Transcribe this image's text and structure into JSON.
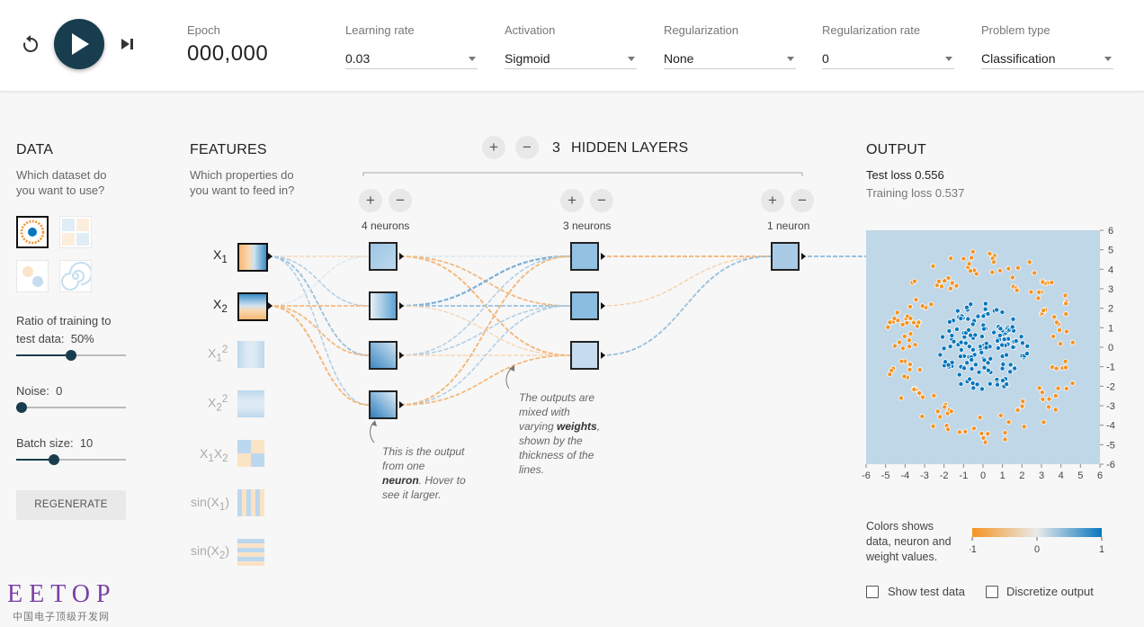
{
  "controls": {
    "epoch_label": "Epoch",
    "epoch_value": "000,000",
    "learning_rate_label": "Learning rate",
    "learning_rate_value": "0.03",
    "activation_label": "Activation",
    "activation_value": "Sigmoid",
    "regularization_label": "Regularization",
    "regularization_value": "None",
    "regularization_rate_label": "Regularization rate",
    "regularization_rate_value": "0",
    "problem_type_label": "Problem type",
    "problem_type_value": "Classification"
  },
  "data_panel": {
    "title": "DATA",
    "subtitle_line1": "Which dataset do",
    "subtitle_line2": "you want to use?",
    "ratio_label_line1": "Ratio of training to",
    "ratio_label_line2": "test data:",
    "ratio_value": "50%",
    "ratio_fraction": 0.5,
    "noise_label": "Noise:",
    "noise_value": "0",
    "noise_fraction": 0.0,
    "batch_label": "Batch size:",
    "batch_value": "10",
    "batch_fraction": 0.33,
    "regenerate_label": "REGENERATE",
    "datasets": [
      "circle",
      "xor",
      "gaussian",
      "spiral"
    ],
    "selected_dataset": "circle"
  },
  "features_panel": {
    "title": "FEATURES",
    "subtitle_line1": "Which properties do",
    "subtitle_line2": "you want to feed in?",
    "features": [
      {
        "base": "X",
        "sub": "1",
        "sup": "",
        "mid": "",
        "sub2": "",
        "suffix": "",
        "active": true
      },
      {
        "base": "X",
        "sub": "2",
        "sup": "",
        "mid": "",
        "sub2": "",
        "suffix": "",
        "active": true
      },
      {
        "base": "X",
        "sub": "1",
        "sup": "2",
        "mid": "",
        "sub2": "",
        "suffix": "",
        "active": false
      },
      {
        "base": "X",
        "sub": "2",
        "sup": "2",
        "mid": "",
        "sub2": "",
        "suffix": "",
        "active": false
      },
      {
        "base": "X",
        "sub": "1",
        "sup": "",
        "mid": "X",
        "sub2": "2",
        "suffix": "",
        "active": false
      },
      {
        "base": "sin(X",
        "sub": "1",
        "sup": "",
        "mid": "",
        "sub2": "",
        "suffix": ")",
        "active": false
      },
      {
        "base": "sin(X",
        "sub": "2",
        "sup": "",
        "mid": "",
        "sub2": "",
        "suffix": ")",
        "active": false
      }
    ]
  },
  "network": {
    "hidden_count": "3",
    "hidden_label": "HIDDEN LAYERS",
    "add_layer_symbol": "+",
    "remove_layer_symbol": "−",
    "layers": [
      {
        "neurons_label": "4 neurons"
      },
      {
        "neurons_label": "3 neurons"
      },
      {
        "neurons_label": "1 neuron"
      }
    ],
    "note1_line1": "This is the output",
    "note1_line2": "from one",
    "note1_bold": "neuron",
    "note1_line3_rest": ". Hover to",
    "note1_line4": "see it larger.",
    "note2_line1": "The outputs are",
    "note2_line2": "mixed with",
    "note2_line3_pre": "varying ",
    "note2_bold": "weights",
    "note2_line3_post": ",",
    "note2_line4": "shown by the",
    "note2_line5": "thickness of the",
    "note2_line6": "lines."
  },
  "output_panel": {
    "title": "OUTPUT",
    "test_loss_label": "Test loss",
    "test_loss_value": "0.556",
    "training_loss_label": "Training loss",
    "training_loss_value": "0.537",
    "x_ticks": [
      "-6",
      "-5",
      "-4",
      "-3",
      "-2",
      "-1",
      "0",
      "1",
      "2",
      "3",
      "4",
      "5",
      "6"
    ],
    "y_ticks": [
      "6",
      "5",
      "4",
      "3",
      "2",
      "1",
      "0",
      "-1",
      "-2",
      "-3",
      "-4",
      "-5",
      "-6"
    ],
    "legend_line1": "Colors shows",
    "legend_line2": "data, neuron and",
    "legend_line3": "weight values.",
    "legend_ticks": [
      "-1",
      "0",
      "1"
    ],
    "show_test_label": "Show test data",
    "discretize_label": "Discretize output",
    "show_test_checked": false,
    "discretize_checked": false
  },
  "colors": {
    "orange": "#f59322",
    "blue": "#0877bd",
    "dark": "#183d4e",
    "background_plot": "#c0d7e7"
  },
  "watermark": {
    "logo": "EETOP",
    "subtitle": "中国电子顶级开发网"
  }
}
